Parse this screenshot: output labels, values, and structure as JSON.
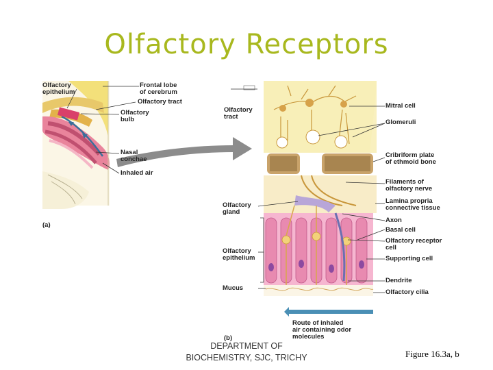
{
  "title": "Olfactory Receptors",
  "footer": "DEPARTMENT OF\nBIOCHEMISTRY, SJC, TRICHY",
  "figure_ref": "Figure 16.3a, b",
  "panel_a": {
    "tag": "(a)",
    "labels": {
      "olfactory_epithelium": "Olfactory\nepithelium",
      "frontal_lobe": "Frontal lobe\nof cerebrum",
      "olfactory_tract": "Olfactory tract",
      "olfactory_bulb": "Olfactory\nbulb",
      "nasal_conchae": "Nasal\nconchae",
      "inhaled_air": "Inhaled air"
    }
  },
  "panel_b": {
    "tag": "(b)",
    "labels": {
      "olfactory_tract": "Olfactory\ntract",
      "mitral_cell": "Mitral cell",
      "glomeruli": "Glomeruli",
      "cribriform_plate": "Cribriform plate\nof ethmoid bone",
      "filaments": "Filaments of\nolfactory nerve",
      "lamina_propria": "Lamina propria\nconnective tissue",
      "axon": "Axon",
      "basal_cell": "Basal cell",
      "olfactory_receptor_cell": "Olfactory receptor\ncell",
      "supporting_cell": "Supporting cell",
      "dendrite": "Dendrite",
      "olfactory_cilia": "Olfactory cilia",
      "olfactory_gland": "Olfactory\ngland",
      "olfactory_epithelium": "Olfactory\nepithelium",
      "mucus": "Mucus",
      "route": "Route of inhaled\nair containing odor\nmolecules"
    }
  },
  "colors": {
    "title": "#a8b81e",
    "bone": "#f3e07a",
    "bulb": "#f8efb8",
    "epithelium": "#f4a8c8",
    "arrow": "#4a8fb5"
  }
}
